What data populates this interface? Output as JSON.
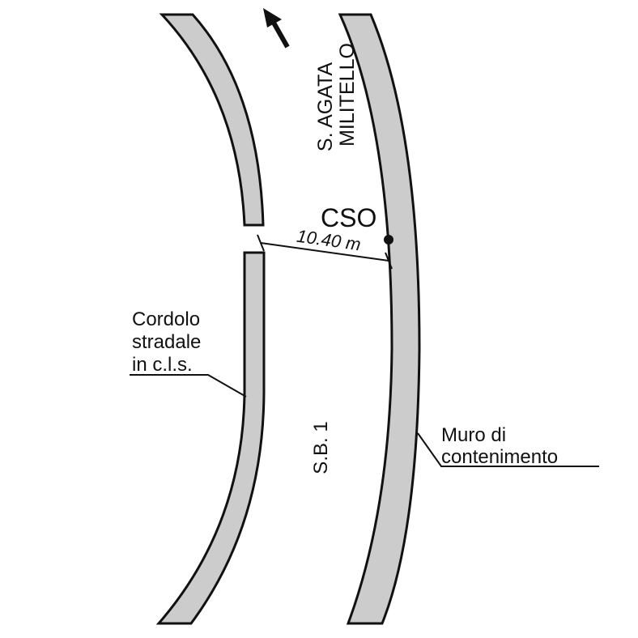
{
  "labels": {
    "direction_line1": "S. AGATA",
    "direction_line2": "MILITELLO",
    "cso": "CSO",
    "distance": "10.40 m",
    "road_name": "S.B. 1",
    "curb_line1": "Cordolo",
    "curb_line2": "stradale",
    "curb_line3": "in c.l.s.",
    "wall_line1": "Muro di",
    "wall_line2": "contenimento"
  },
  "colors": {
    "band_fill": "#cccccc",
    "ink": "#111111",
    "background": "#ffffff"
  },
  "icons": [
    "direction-arrow-icon",
    "cso-point-icon"
  ]
}
